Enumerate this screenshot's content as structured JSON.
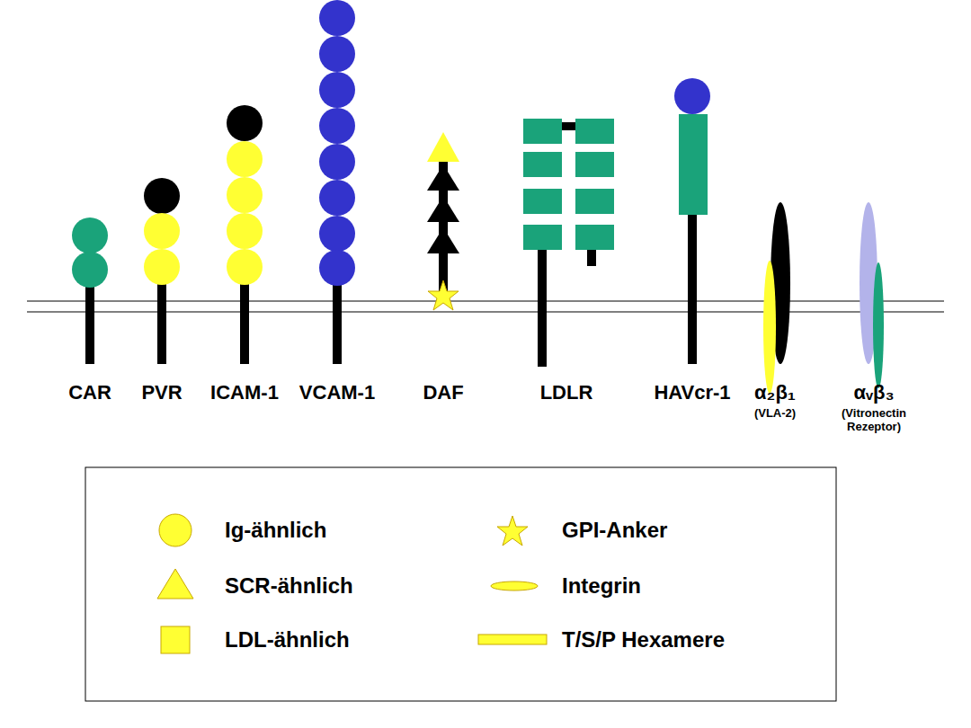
{
  "diagram": {
    "labels": [
      "CAR",
      "PVR",
      "ICAM-1",
      "VCAM-1",
      "DAF",
      "LDLR",
      "HAVcr-1",
      "α₂β₁",
      "(VLA-2)",
      "αᵥβ₃",
      "(Vitronectin Rezeptor)"
    ],
    "legend": [
      {
        "text": "Ig-ähnlich"
      },
      {
        "text": "SCR-ähnlich"
      },
      {
        "text": "LDL-ähnlich"
      },
      {
        "text": "GPI-Anker"
      },
      {
        "text": "Integrin"
      },
      {
        "text": "T/S/P Hexamere"
      }
    ]
  }
}
